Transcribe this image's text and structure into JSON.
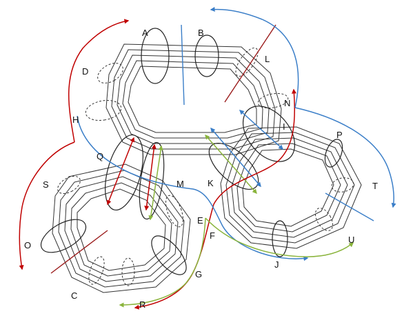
{
  "diagram": {
    "labels": {
      "A": "A",
      "B": "B",
      "C": "C",
      "D": "D",
      "E": "E",
      "F": "F",
      "G": "G",
      "H": "H",
      "I": "I",
      "J": "J",
      "K": "K",
      "L": "L",
      "M": "M",
      "N": "N",
      "O": "O",
      "P": "P",
      "Q": "Q",
      "R": "R",
      "S": "S",
      "T": "T",
      "U": "U"
    },
    "colors": {
      "wire": "#333333",
      "ring": "#222222",
      "red_arrow": "#c00000",
      "blue_arrow": "#3a7ec8",
      "green_arrow": "#8ab43c",
      "dark_red_line": "#9b1c1c"
    }
  }
}
